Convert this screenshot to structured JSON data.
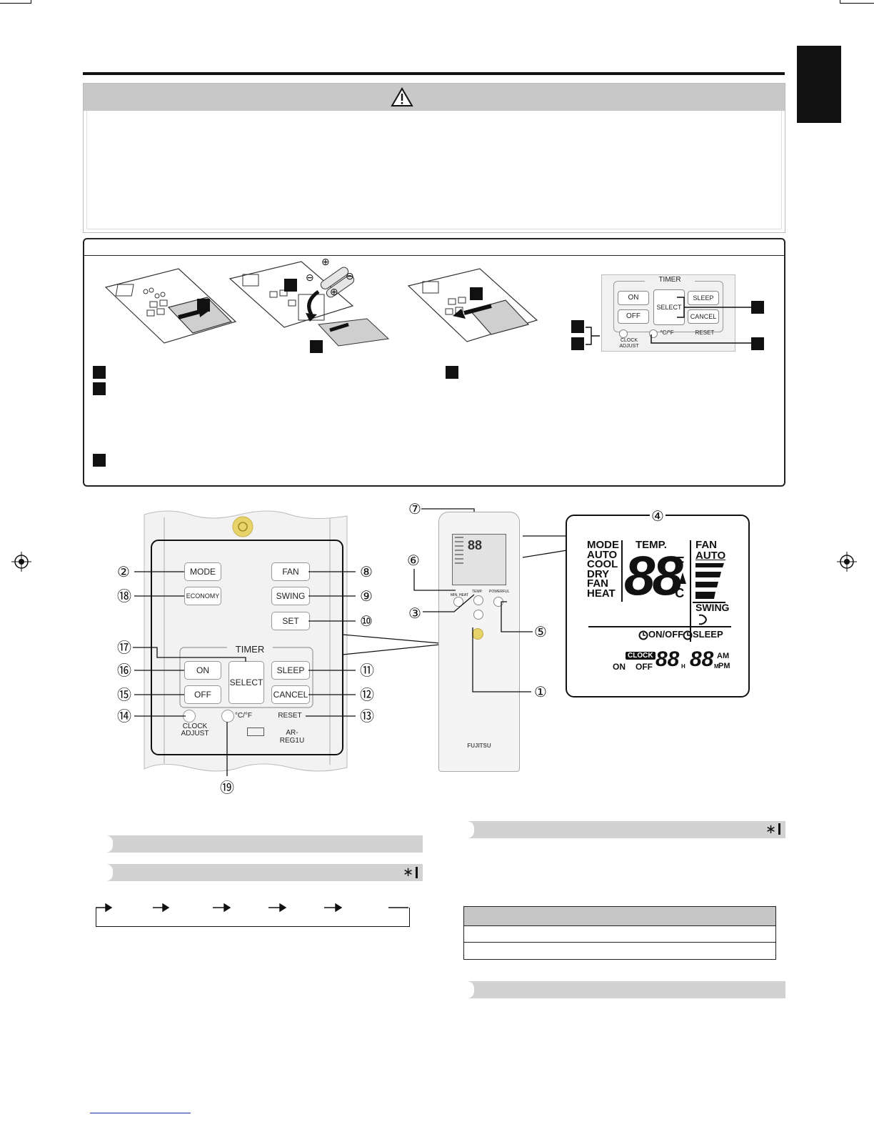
{
  "battery_section": {
    "timer_panel": {
      "timer_title": "TIMER",
      "on": "ON",
      "off": "OFF",
      "select": "SELECT",
      "sleep": "SLEEP",
      "cancel": "CANCEL",
      "clock_adjust_1": "CLOCK",
      "clock_adjust_2": "ADJUST",
      "cf": "°C/°F",
      "reset": "RESET"
    },
    "polarity": {
      "plus": "⊕",
      "minus": "⊖"
    }
  },
  "remote_closeup": {
    "buttons": {
      "mode": "MODE",
      "fan": "FAN",
      "economy": "ECONOMY",
      "swing": "SWING",
      "set": "SET",
      "timer_title": "TIMER",
      "on": "ON",
      "off": "OFF",
      "select": "SELECT",
      "sleep": "SLEEP",
      "cancel": "CANCEL",
      "clock_adjust_1": "CLOCK",
      "clock_adjust_2": "ADJUST",
      "cf": "°C/°F",
      "reset": "RESET",
      "model": "AR-REG1U"
    },
    "callouts": {
      "c2": "②",
      "c18": "⑱",
      "c17": "⑰",
      "c16": "⑯",
      "c15": "⑮",
      "c14": "⑭",
      "c8": "⑧",
      "c9": "⑨",
      "c10": "⑩",
      "c11": "⑪",
      "c12": "⑫",
      "c13": "⑬",
      "c19": "⑲"
    }
  },
  "remote_full": {
    "labels": {
      "min_heat": "MIN. HEAT",
      "temp": "TEMP.",
      "powerful": "POWERFUL",
      "brand": "FUJITSU"
    },
    "callouts": {
      "c7": "⑦",
      "c6": "⑥",
      "c3": "③",
      "c5": "⑤",
      "c1": "①"
    }
  },
  "lcd": {
    "callout": "④",
    "modes": [
      "MODE",
      "AUTO",
      "COOL",
      "DRY",
      "FAN",
      "HEAT"
    ],
    "temp": "TEMP.",
    "digits": "88",
    "deg_f": "°F",
    "deg_c": "°C",
    "fan": "FAN",
    "fan_auto": "AUTO",
    "swing": "SWING",
    "on_off": "ON/OFF",
    "sleep": "SLEEP",
    "clock": "CLOCK",
    "on": "ON",
    "off": "OFF",
    "time_h": "88",
    "time_m": "88",
    "h": "H",
    "m": "M",
    "am": "AM",
    "pm": "PM"
  },
  "lower": {
    "star_1": "∗",
    "star_2": "∗"
  }
}
